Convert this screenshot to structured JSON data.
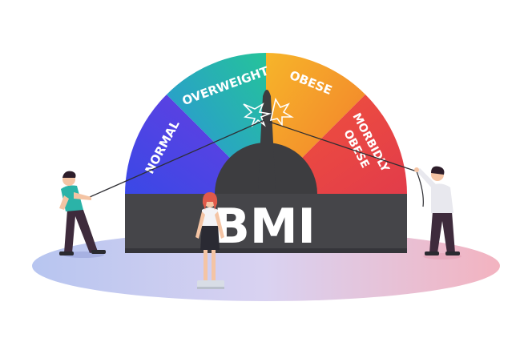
{
  "gauge": {
    "title": "BMI",
    "segments": [
      {
        "label": "NORMAL",
        "color": "#3a5fe0"
      },
      {
        "label": "OVERWEIGHT",
        "color": "#25b3a5"
      },
      {
        "label": "OBESE",
        "color": "#f39a2a"
      },
      {
        "label": "MORBIDLY",
        "color": "#ef4f3c"
      },
      {
        "label": "OBESE",
        "color": "#ef4f3c"
      }
    ]
  },
  "colors": {
    "floor_left": "#b9c7ef",
    "floor_right": "#f2b7c3",
    "base": "#454549",
    "needle": "#3d3d40"
  },
  "figures": [
    "man-left-pulling-rope",
    "woman-on-scale",
    "man-right-pulling-rope"
  ]
}
